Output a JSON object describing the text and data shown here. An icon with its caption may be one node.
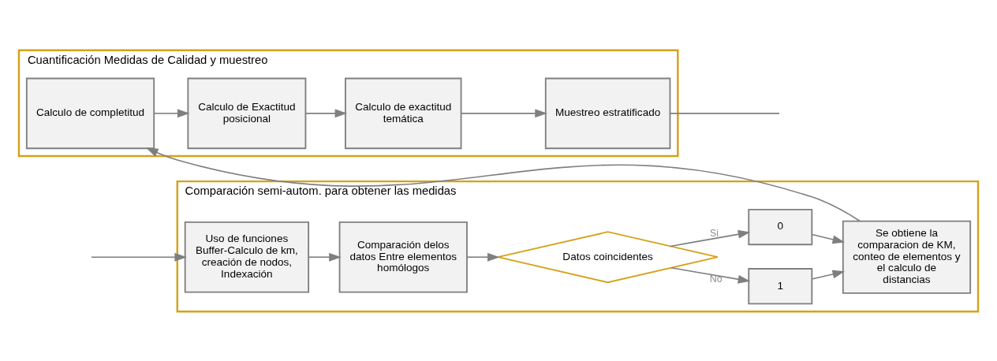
{
  "diagram": {
    "nodes": [
      {
        "text": [
          "Comparación semi-autom. para obtener las medidas"
        ]
      },
      {
        "text": [
          "Uso de funciones Buffer-Calculo de km, creación de nodos, Indexación"
        ],
        "in": 0
      },
      {
        "text": [
          "Comparación delos datos Entre elementos homólogos"
        ],
        "in": 0
      },
      {
        "text": [
          "Datos coincidentes"
        ],
        "in": 0
      },
      {
        "text": [
          "1"
        ],
        "in": 0
      },
      {
        "text": [
          "0"
        ],
        "in": 0
      },
      {
        "text": [
          "Se obtiene la comparacion de KM, conteo de elementos y el calculo de distancias"
        ],
        "in": 0
      },
      {
        "text": [
          "Cuantificación Medidas de Calidad y muestreo"
        ]
      },
      {
        "text": [
          "Calculo de completitud"
        ],
        "in": 7
      },
      {
        "text": [
          "Calculo de Exactitud posicional"
        ],
        "in": 7
      },
      {
        "text": [
          "Calculo de exactitud temática"
        ],
        "in": 7
      },
      {
        "text": [
          "Muestreo estratificado"
        ],
        "in": 7
      }
    ],
    "edges": [
      {
        "from": null,
        "to": 1,
        "arrow": "to"
      },
      {
        "from": 1,
        "to": 2,
        "arrow": "to"
      },
      {
        "from": 2,
        "to": 3,
        "arrow": "to"
      },
      {
        "from": 3,
        "to": 4,
        "arrow": "to",
        "label": "No"
      },
      {
        "from": 3,
        "to": 5,
        "arrow": "to",
        "label": "Si"
      },
      {
        "from": 4,
        "to": 6,
        "arrow": "to"
      },
      {
        "from": 5,
        "to": 6,
        "arrow": "to"
      },
      {
        "from": 6,
        "to": 8,
        "arrow": "to"
      },
      {
        "from": 8,
        "to": 9,
        "arrow": "to"
      },
      {
        "from": 9,
        "to": 10,
        "arrow": "to"
      },
      {
        "from": 10,
        "to": 11,
        "arrow": "to"
      },
      {
        "from": 11,
        "to": null,
        "arrow": "none"
      }
    ]
  }
}
